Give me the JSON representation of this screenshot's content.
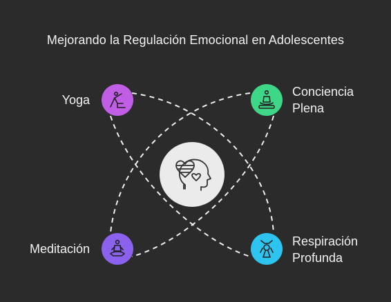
{
  "title": "Mejorando la Regulación Emocional en Adolescentes",
  "center": {
    "icon": "head-heart-icon",
    "color": "#ebebeb"
  },
  "nodes": {
    "yoga": {
      "label": "Yoga",
      "icon": "yoga-pose-icon",
      "color": "#c05fe6"
    },
    "conciencia": {
      "label_line1": "Conciencia",
      "label_line2": "Plena",
      "icon": "mindfulness-icon",
      "color": "#3ed787"
    },
    "meditacion": {
      "label": "Meditación",
      "icon": "meditation-icon",
      "color": "#8a62ee"
    },
    "respiracion": {
      "label_line1": "Respiración",
      "label_line2": "Profunda",
      "icon": "breathing-icon",
      "color": "#2ec4f0"
    }
  },
  "colors": {
    "background": "#2b2b2b",
    "connector": "#f0f0f0",
    "text": "#f2f2f2"
  }
}
